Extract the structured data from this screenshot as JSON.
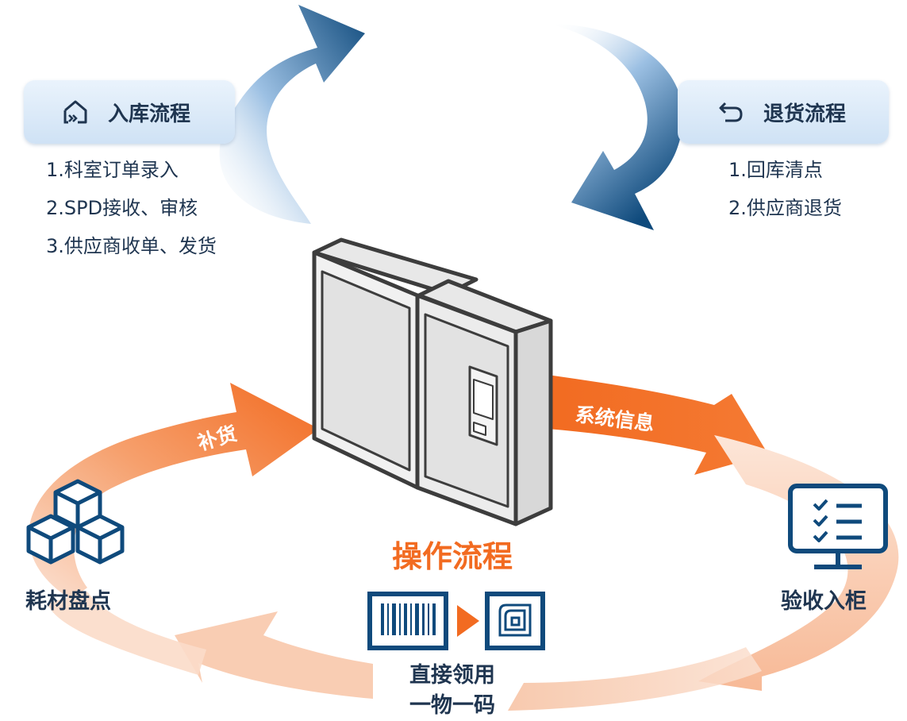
{
  "inbound": {
    "title": "入库流程",
    "icon": "house-inbound-icon",
    "steps": [
      "1.科室订单录入",
      "2.SPD接收、审核",
      "3.供应商收单、发货"
    ]
  },
  "returns": {
    "title": "退货流程",
    "icon": "return-arrow-icon",
    "steps": [
      "1.回库清点",
      "2.供应商退货"
    ]
  },
  "operation": {
    "title": "操作流程",
    "nodes": {
      "inventory": "耗材盘点",
      "acceptance": "验收入柜",
      "direct_use_line1": "直接领用",
      "direct_use_line2": "一物一码"
    },
    "arrows": {
      "replenish": "补货",
      "system_info": "系统信息"
    }
  },
  "colors": {
    "blue_accent": "#0f4a7c",
    "orange_accent": "#f26b21",
    "text_dark": "#1f3550"
  }
}
